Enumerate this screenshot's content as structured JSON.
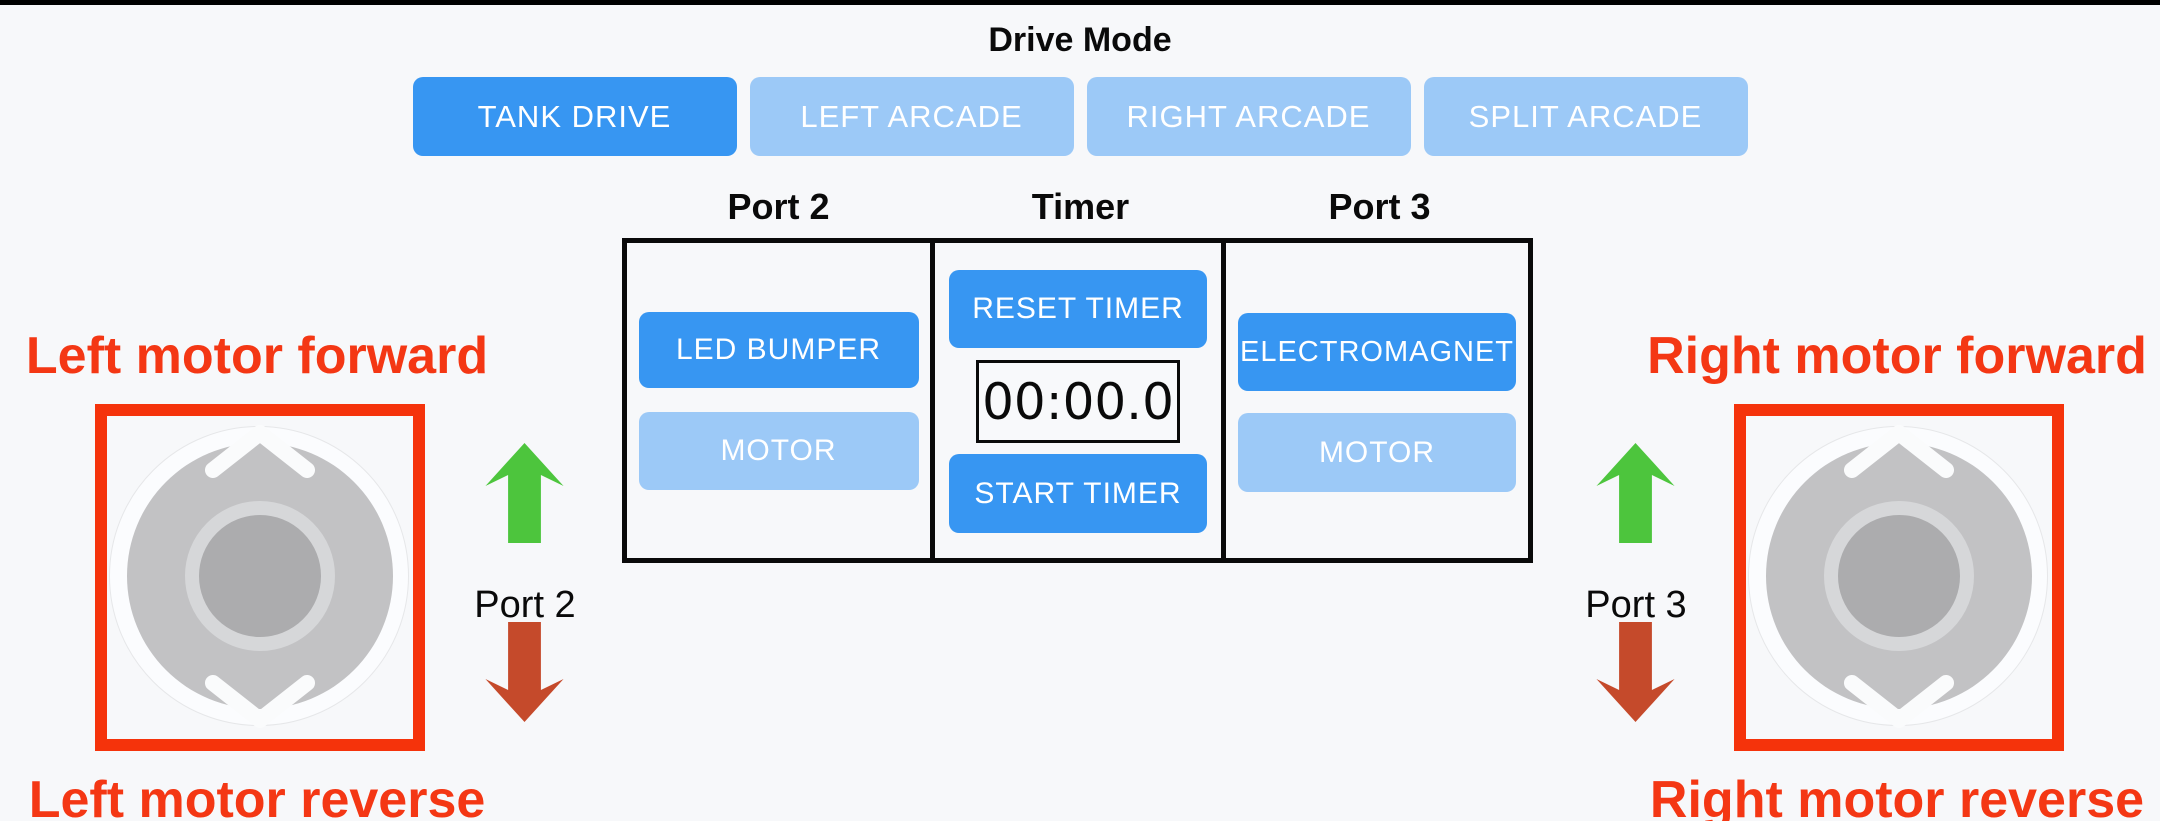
{
  "colors": {
    "background": "#F7F8FA",
    "active_blue": "#3796F2",
    "inactive_blue": "#9CC9F7",
    "label_red": "#F43714",
    "box_red": "#F5330B",
    "green_arrow": "#4DC53D",
    "brick_arrow": "#C54A2B",
    "joystick_white": "#FAFBFC"
  },
  "drive_mode": {
    "title": "Drive Mode",
    "buttons": [
      {
        "label": "TANK DRIVE",
        "state": "active"
      },
      {
        "label": "LEFT ARCADE",
        "state": "inactive"
      },
      {
        "label": "RIGHT ARCADE",
        "state": "inactive"
      },
      {
        "label": "SPLIT ARCADE",
        "state": "inactive"
      }
    ]
  },
  "control_panel": {
    "columns": [
      {
        "header": "Port 2",
        "buttons": [
          {
            "label": "LED BUMPER",
            "state": "active"
          },
          {
            "label": "MOTOR",
            "state": "inactive"
          }
        ]
      },
      {
        "header": "Timer",
        "reset_button": "RESET TIMER",
        "display_value": "00:00.0",
        "start_button": "START TIMER"
      },
      {
        "header": "Port 3",
        "buttons": [
          {
            "label": "ELECTROMAGNET",
            "state": "active"
          },
          {
            "label": "MOTOR",
            "state": "inactive"
          }
        ]
      }
    ]
  },
  "left_joystick": {
    "forward_label": "Left motor forward",
    "reverse_label": "Left motor reverse",
    "port_label": "Port 2"
  },
  "right_joystick": {
    "forward_label": "Right motor forward",
    "reverse_label": "Right motor reverse",
    "port_label": "Port 3"
  }
}
